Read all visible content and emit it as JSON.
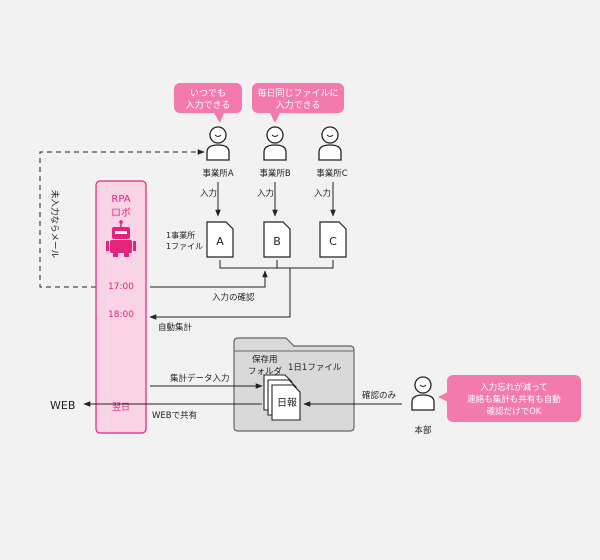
{
  "bubbles": {
    "a": [
      "いつでも",
      "入力できる"
    ],
    "b": [
      "毎日同じファイルに",
      "入力できる"
    ],
    "honbu": [
      "入力忘れが減って",
      "連絡も集計も共有も自動",
      "確認だけでOK"
    ]
  },
  "offices": {
    "a": "事業所A",
    "b": "事業所B",
    "c": "事業所C"
  },
  "input_label": "入力",
  "files": {
    "a": "A",
    "b": "B",
    "c": "C",
    "note": [
      "1事業所",
      "1ファイル"
    ]
  },
  "mail_label": "未入力ならメール",
  "robot": {
    "title": [
      "RPA",
      "ロボ"
    ],
    "times": [
      "17:00",
      "18:00",
      "翌日"
    ]
  },
  "arrows": {
    "confirm": "入力の確認",
    "aggregate": "自動集計",
    "data_input": "集計データ入力",
    "web_share": "WEBで共有",
    "check_only": "確認のみ"
  },
  "web_label": "WEB",
  "folder": {
    "title": [
      "保存用",
      "フォルダ"
    ],
    "file_rule": "1日1ファイル",
    "doc": "日報"
  },
  "honbu_label": "本部",
  "colors": {
    "accent": "#e4237d",
    "bubble": "#f27aac",
    "robot_bg": "#f9d4e4",
    "folder": "#d9d9d9"
  }
}
